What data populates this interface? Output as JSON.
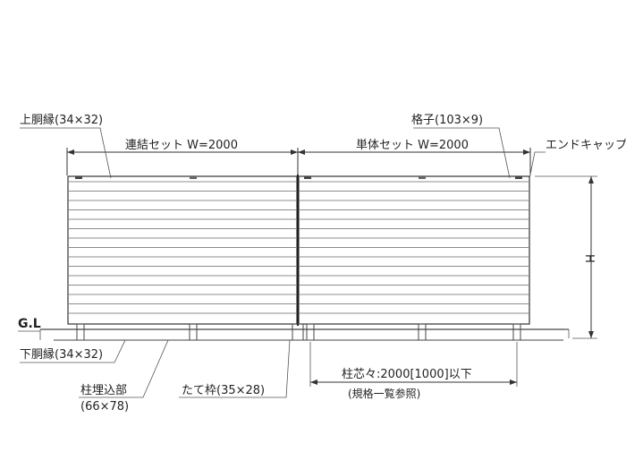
{
  "labels": {
    "top_rail": "上胴縁(34×32)",
    "lattice": "格子(103×9)",
    "linked_set": "連結セット W=2000",
    "single_set": "単体セット W=2000",
    "end_cap": "エンドキャップ",
    "height": "H",
    "ground_level": "G.L",
    "bottom_rail": "下胴縁(34×32)",
    "post_embed": "柱埋込部",
    "post_embed_size": "(66×78)",
    "vertical_frame": "たて枠(35×28)",
    "post_pitch": "柱芯々:2000[1000]以下",
    "post_pitch_note": "(規格一覧参照)"
  },
  "colors": {
    "line": "#333333",
    "slat": "#666666",
    "background": "#ffffff"
  }
}
